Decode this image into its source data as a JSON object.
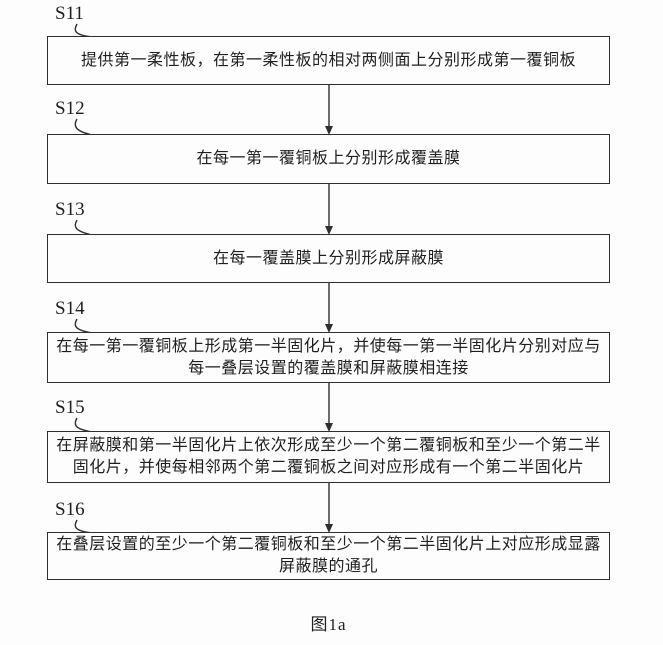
{
  "figure": {
    "caption": "图1a",
    "steps": [
      {
        "label": "S11",
        "lines": [
          "提供第一柔性板，在第一柔性板的相对两侧面上分别形成第一覆铜板"
        ]
      },
      {
        "label": "S12",
        "lines": [
          "在每一第一覆铜板上分别形成覆盖膜"
        ]
      },
      {
        "label": "S13",
        "lines": [
          "在每一覆盖膜上分别形成屏蔽膜"
        ]
      },
      {
        "label": "S14",
        "lines": [
          "在每一第一覆铜板上形成第一半固化片，并使每一第一半固化片分别对应与",
          "每一叠层设置的覆盖膜和屏蔽膜相连接"
        ]
      },
      {
        "label": "S15",
        "lines": [
          "在屏蔽膜和第一半固化片上依次形成至少一个第二覆铜板和至少一个第二半",
          "固化片，并使每相邻两个第二覆铜板之间对应形成有一个第二半固化片"
        ]
      },
      {
        "label": "S16",
        "lines": [
          "在叠层设置的至少一个第二覆铜板和至少一个第二半固化片上对应形成显露",
          "屏蔽膜的通孔"
        ]
      }
    ],
    "colors": {
      "line": "#2f2f2f",
      "background": "#fdfdfd"
    }
  }
}
